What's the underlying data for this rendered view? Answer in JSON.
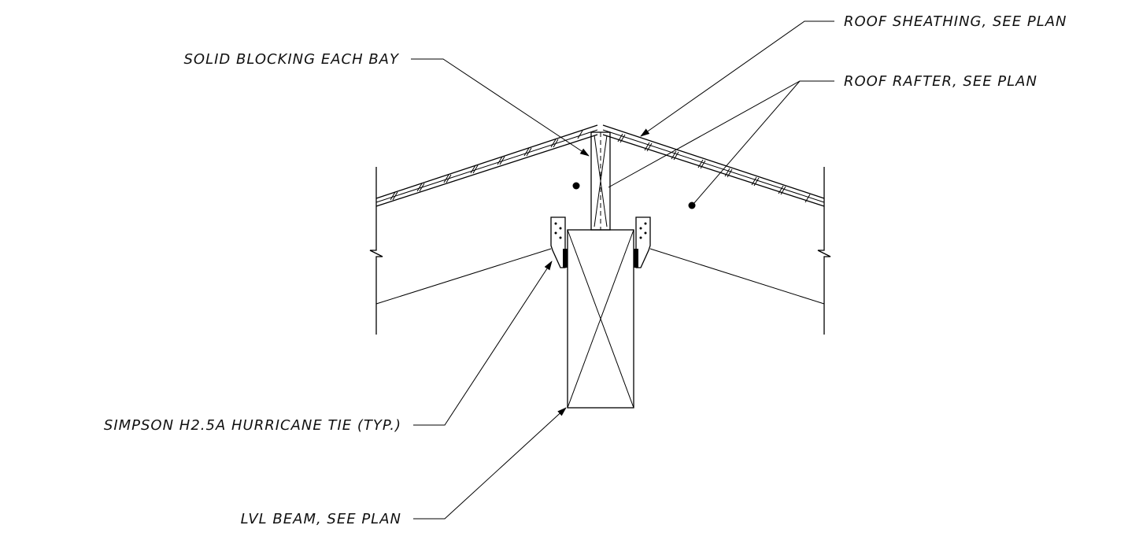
{
  "labels": {
    "roof_sheathing": "ROOF SHEATHING, SEE PLAN",
    "solid_blocking": "SOLID BLOCKING EACH BAY",
    "roof_rafter": "ROOF RAFTER, SEE PLAN",
    "hurricane_tie": "SIMPSON H2.5A HURRICANE TIE (TYP.)",
    "lvl_beam": "LVL BEAM, SEE PLAN"
  },
  "colors": {
    "beam_fill": "#b3b3b3",
    "line": "#000000",
    "tie_fill": "#ffffff"
  }
}
